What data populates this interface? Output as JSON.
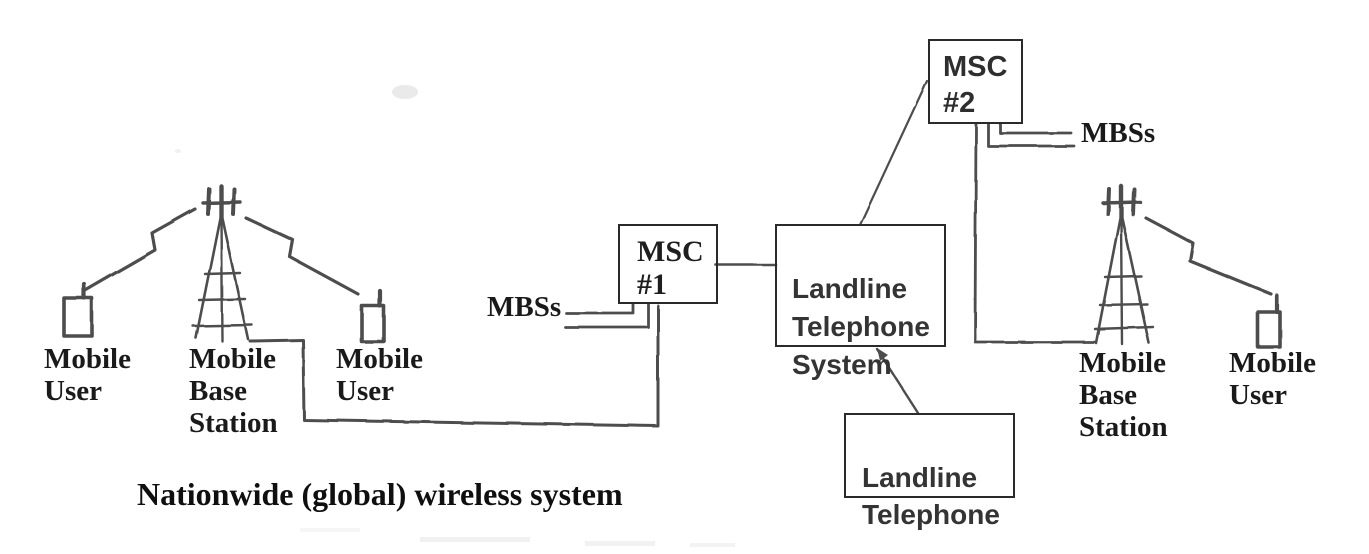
{
  "diagram": {
    "caption": "Nationwide (global) wireless system",
    "boxes": {
      "msc1": {
        "title": "MSC",
        "number": "#1"
      },
      "msc2": {
        "title": "MSC",
        "number": "#2"
      },
      "landline_system": {
        "text": "Landline\nTelephone\nSystem"
      },
      "landline_phone": {
        "text": "Landline\nTelephone"
      }
    },
    "labels": {
      "mbss_left": "MBSs",
      "mbss_right": "MBSs",
      "mobile_user_left": "Mobile\nUser",
      "base_station_left": "Mobile\nBase\nStation",
      "mobile_user_mid": "Mobile\nUser",
      "base_station_right": "Mobile\nBase\nStation",
      "mobile_user_right": "Mobile\nUser"
    },
    "colors": {
      "pencil_stroke": "#4d4d4d",
      "box_border": "#2a2a2a",
      "serif_text": "#1a1a1a",
      "sans_text": "#343434",
      "background": "#ffffff"
    }
  }
}
